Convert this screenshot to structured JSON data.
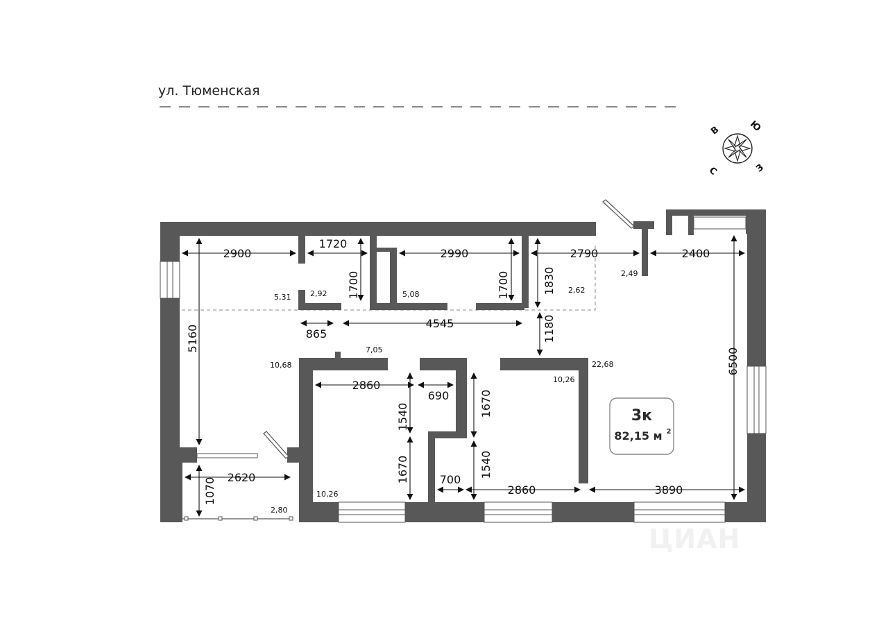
{
  "street": "ул. Тюменская",
  "compass": {
    "north": "С",
    "east": "В",
    "south": "Ю",
    "west": "З"
  },
  "badge": {
    "rooms": "3к",
    "area_value": "82,15 м",
    "area_sup": "2"
  },
  "dimensions": {
    "d2900": "2900",
    "d1720": "1720",
    "d2990": "2990",
    "d2790": "2790",
    "d2400": "2400",
    "d1700a": "1700",
    "d1700b": "1700",
    "d1830": "1830",
    "d5160": "5160",
    "d865": "865",
    "d4545": "4545",
    "d1180": "1180",
    "d6500": "6500",
    "d2860a": "2860",
    "d690": "690",
    "d1540a": "1540",
    "d1670a": "1670",
    "d1670b": "1670",
    "d1540b": "1540",
    "d700": "700",
    "d2860b": "2860",
    "d3890": "3890",
    "d2620": "2620",
    "d1070": "1070"
  },
  "areas": {
    "a531": "5,31",
    "a292": "2,92",
    "a508": "5,08",
    "a262": "2,62",
    "a249": "2,49",
    "a1068": "10,68",
    "a705": "7,05",
    "a2268": "22,68",
    "a1026a": "10,26",
    "a1026b": "10,26",
    "a280": "2,80"
  },
  "watermark": "ЦИАН",
  "colors": {
    "wall": "#585858",
    "accent": "#222222",
    "badge_border": "#888888"
  }
}
